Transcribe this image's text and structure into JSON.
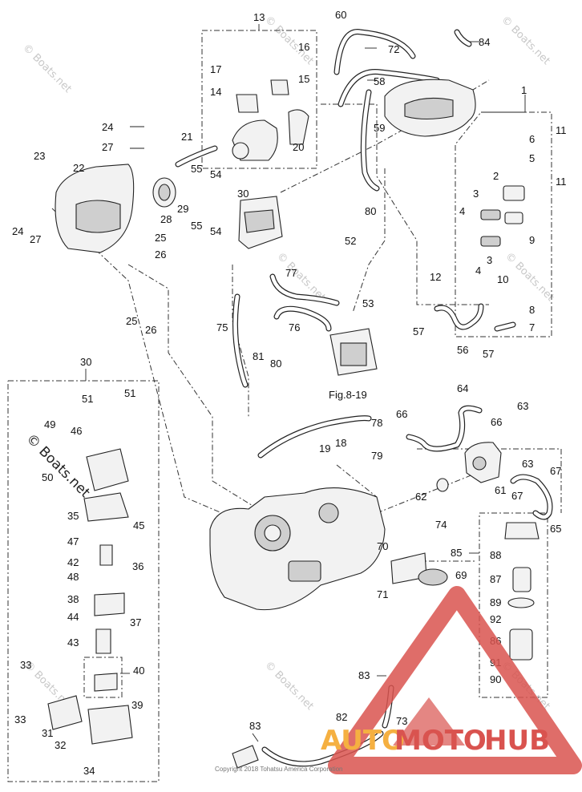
{
  "diagram": {
    "caption_ref": "Fig.8-19",
    "copyright": "Copyright 2018 Tohatsu America Corporation",
    "watermark": "© Boats.net",
    "logo": {
      "text_a": "AUTO",
      "text_b": "MOTO",
      "text_c": "HUB",
      "color": "#d9534f",
      "accent": "#f5b041"
    },
    "labels": {
      "l1": "1",
      "l2": "2",
      "l3a": "3",
      "l3b": "3",
      "l4a": "4",
      "l4b": "4",
      "l5": "5",
      "l6": "6",
      "l7": "7",
      "l8": "8",
      "l9": "9",
      "l10": "10",
      "l11a": "11",
      "l11b": "11",
      "l12": "12",
      "l13": "13",
      "l14": "14",
      "l15": "15",
      "l16": "16",
      "l17": "17",
      "l18": "18",
      "l19": "19",
      "l20": "20",
      "l21": "21",
      "l22": "22",
      "l23": "23",
      "l24a": "24",
      "l24b": "24",
      "l25a": "25",
      "l25b": "25",
      "l26a": "26",
      "l26b": "26",
      "l27a": "27",
      "l27b": "27",
      "l28": "28",
      "l29": "29",
      "l30a": "30",
      "l30b": "30",
      "l31": "31",
      "l32": "32",
      "l33a": "33",
      "l33b": "33",
      "l34": "34",
      "l35": "35",
      "l36": "36",
      "l37": "37",
      "l38": "38",
      "l39": "39",
      "l40": "40",
      "l42": "42",
      "l43": "43",
      "l44": "44",
      "l45": "45",
      "l46": "46",
      "l47": "47",
      "l48": "48",
      "l49": "49",
      "l50": "50",
      "l51a": "51",
      "l51b": "51",
      "l52": "52",
      "l53": "53",
      "l54a": "54",
      "l54b": "54",
      "l55a": "55",
      "l55b": "55",
      "l56": "56",
      "l57a": "57",
      "l57b": "57",
      "l58": "58",
      "l59": "59",
      "l60": "60",
      "l61": "61",
      "l62": "62",
      "l63a": "63",
      "l63b": "63",
      "l64": "64",
      "l65": "65",
      "l66a": "66",
      "l66b": "66",
      "l67a": "67",
      "l67b": "67",
      "l69": "69",
      "l70": "70",
      "l71": "71",
      "l72": "72",
      "l73": "73",
      "l74": "74",
      "l75": "75",
      "l76": "76",
      "l77": "77",
      "l78": "78",
      "l79": "79",
      "l80a": "80",
      "l80b": "80",
      "l81": "81",
      "l82": "82",
      "l83a": "83",
      "l83b": "83",
      "l84": "84",
      "l85": "85",
      "l86": "86",
      "l87": "87",
      "l88": "88",
      "l89": "89",
      "l90": "90",
      "l91": "91",
      "l92": "92"
    }
  }
}
